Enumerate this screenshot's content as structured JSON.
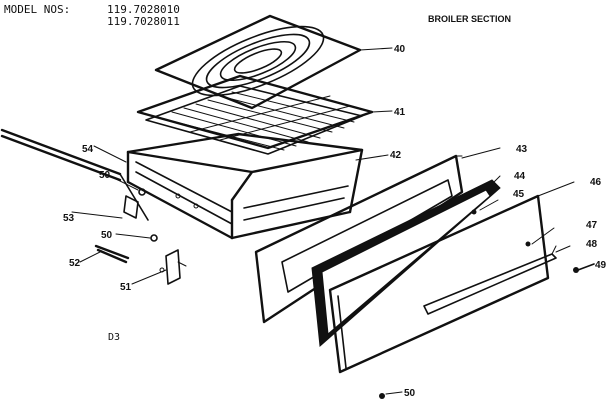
{
  "header": {
    "model_label": "MODEL NOS:",
    "model_numbers": [
      "119.7028010",
      "119.7028011"
    ],
    "section_title": "BROILER SECTION"
  },
  "page_code": "D3",
  "part_labels": {
    "p40": "40",
    "p41": "41",
    "p42": "42",
    "p43": "43",
    "p44": "44",
    "p45": "45",
    "p46": "46",
    "p47": "47",
    "p48": "48",
    "p49": "49",
    "p50a": "50",
    "p50b": "50",
    "p50c": "50",
    "p51": "51",
    "p52": "52",
    "p53": "53",
    "p54": "54"
  }
}
